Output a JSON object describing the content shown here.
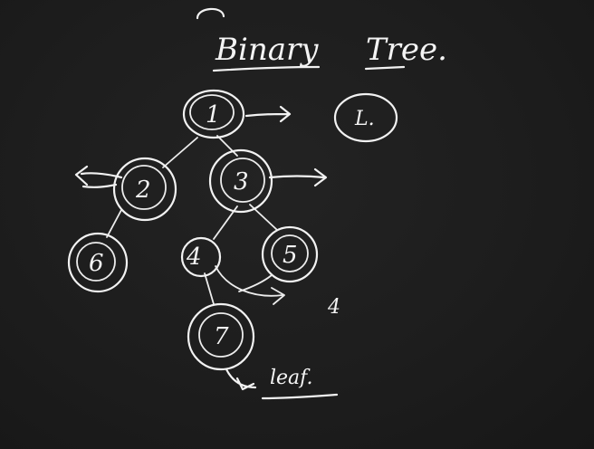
{
  "title": "Binary Tree.",
  "title_first": "Binary",
  "title_second": "Tree.",
  "side_circle_label": "L.",
  "count_label": "4",
  "leaf_label": "leaf.",
  "nodes": [
    {
      "id": "1",
      "label": "1"
    },
    {
      "id": "2",
      "label": "2"
    },
    {
      "id": "3",
      "label": "3"
    },
    {
      "id": "4",
      "label": "4"
    },
    {
      "id": "5",
      "label": "5"
    },
    {
      "id": "6",
      "label": "6"
    },
    {
      "id": "7",
      "label": "7"
    }
  ],
  "edges": [
    {
      "from": "1",
      "to": "2"
    },
    {
      "from": "1",
      "to": "3"
    },
    {
      "from": "2",
      "to": "6"
    },
    {
      "from": "3",
      "to": "4"
    },
    {
      "from": "3",
      "to": "5"
    },
    {
      "from": "4",
      "to": "7"
    }
  ],
  "colors": {
    "background": "#1c1c1c",
    "ink": "#f2f2f2"
  }
}
